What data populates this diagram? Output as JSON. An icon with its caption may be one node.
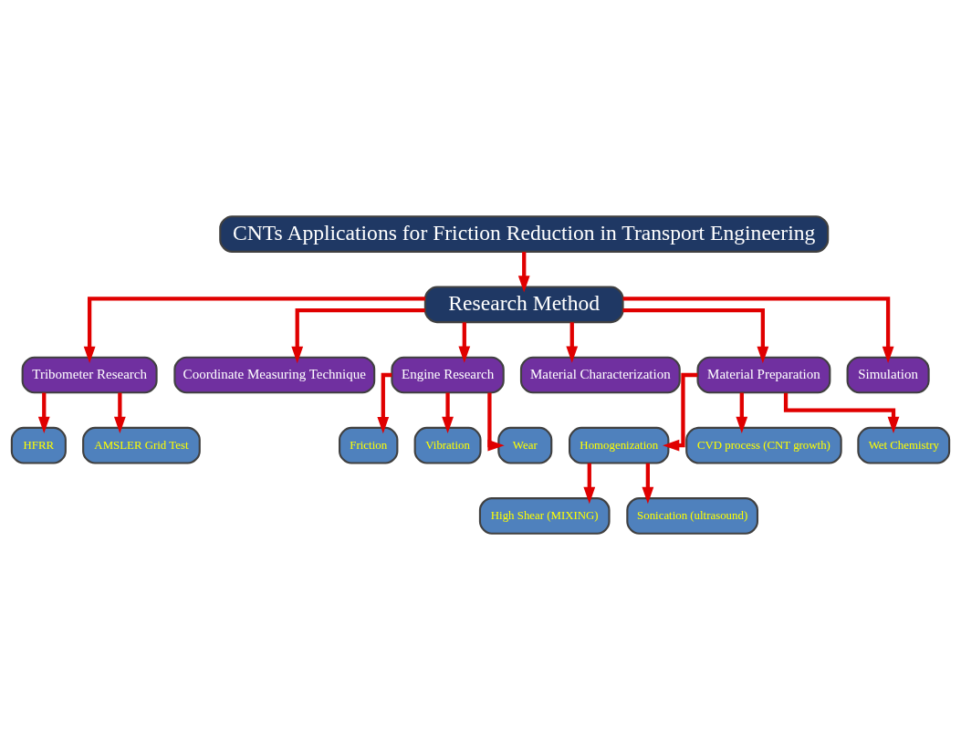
{
  "diagram": {
    "nodes": [
      {
        "text": [
          "CNTs Applications for Friction Reduction in Transport Engineering"
        ]
      },
      {
        "text": [
          "Research Method"
        ]
      },
      {
        "text": [
          "Tribometer Research"
        ]
      },
      {
        "text": [
          "Coordinate Measuring Technique"
        ]
      },
      {
        "text": [
          "Engine Research"
        ]
      },
      {
        "text": [
          "Material Characterization"
        ]
      },
      {
        "text": [
          "Material Preparation"
        ]
      },
      {
        "text": [
          "Simulation"
        ]
      },
      {
        "text": [
          "HFRR"
        ]
      },
      {
        "text": [
          "AMSLER Grid Test"
        ]
      },
      {
        "text": [
          "Friction"
        ]
      },
      {
        "text": [
          "Vibration"
        ]
      },
      {
        "text": [
          "Wear"
        ]
      },
      {
        "text": [
          "Homogenization"
        ]
      },
      {
        "text": [
          "CVD process (CNT growth)"
        ]
      },
      {
        "text": [
          "Wet Chemistry"
        ]
      },
      {
        "text": [
          "High Shear (MIXING)"
        ]
      },
      {
        "text": [
          "Sonication (ultrasound)"
        ]
      }
    ],
    "edges": [
      {
        "from": 0,
        "to": 1,
        "arrow": "to"
      },
      {
        "from": 1,
        "to": 2,
        "arrow": "to"
      },
      {
        "from": 1,
        "to": 3,
        "arrow": "to"
      },
      {
        "from": 1,
        "to": 4,
        "arrow": "to"
      },
      {
        "from": 1,
        "to": 5,
        "arrow": "to"
      },
      {
        "from": 1,
        "to": 6,
        "arrow": "to"
      },
      {
        "from": 1,
        "to": 7,
        "arrow": "to"
      },
      {
        "from": 2,
        "to": 8,
        "arrow": "to"
      },
      {
        "from": 2,
        "to": 9,
        "arrow": "to"
      },
      {
        "from": 4,
        "to": 10,
        "arrow": "to"
      },
      {
        "from": 4,
        "to": 11,
        "arrow": "to"
      },
      {
        "from": 4,
        "to": 12,
        "arrow": "to"
      },
      {
        "from": 6,
        "to": 13,
        "arrow": "to"
      },
      {
        "from": 6,
        "to": 14,
        "arrow": "to"
      },
      {
        "from": 6,
        "to": 15,
        "arrow": "to"
      },
      {
        "from": 13,
        "to": 16,
        "arrow": "to"
      },
      {
        "from": 13,
        "to": 17,
        "arrow": "to"
      }
    ]
  }
}
